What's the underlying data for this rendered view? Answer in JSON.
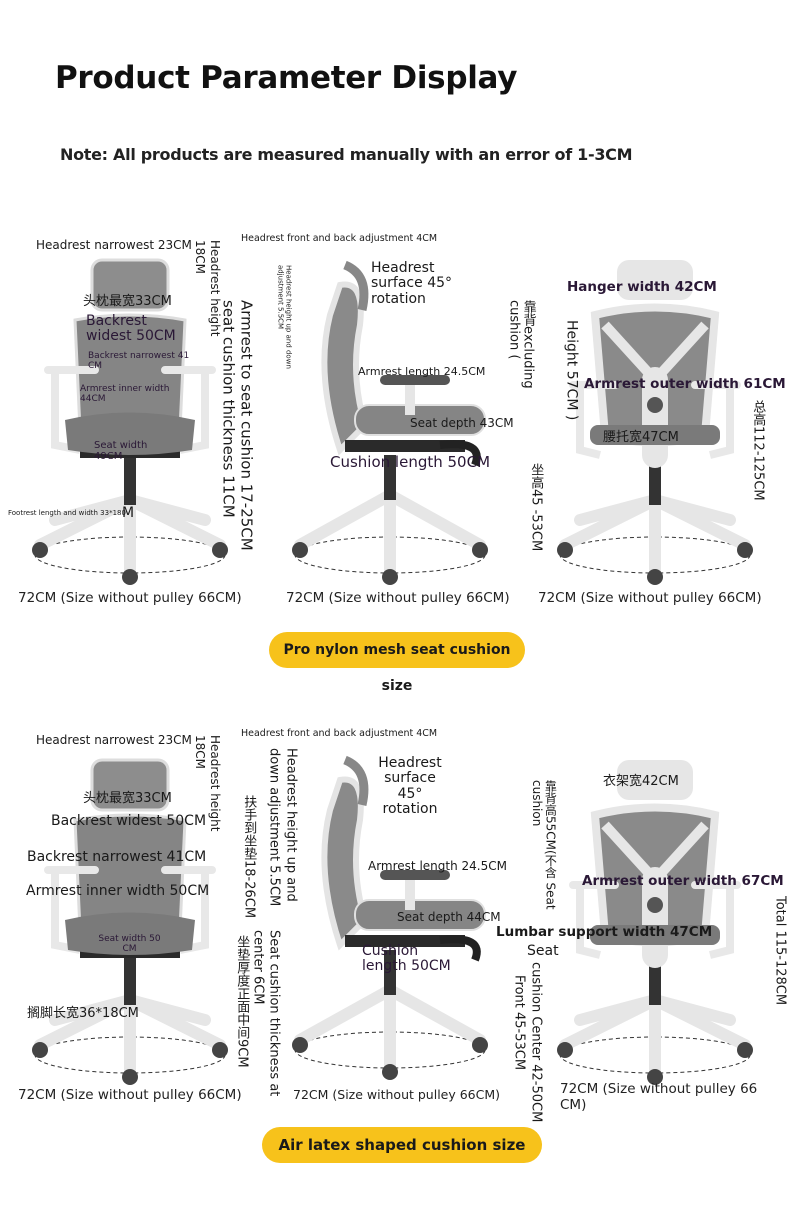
{
  "header": {
    "title": "Product Parameter Display",
    "note": "Note: All products are measured manually with an error of 1-3CM"
  },
  "section1": {
    "front": {
      "headrest_narrowest": "Headrest narrowest 23CM",
      "headrest_height_value": "18CM",
      "headrest_height_label": "Headrest height",
      "headrest_widest_cn": "头枕最宽33CM",
      "backrest_widest": "Backrest widest 50CM",
      "backrest_narrowest": "Backrest narrowest 41 CM",
      "armrest_inner": "Armrest inner width 44CM",
      "seat_width": "Seat width 49CM",
      "footrest": "Footrest length and width 33*180",
      "footrest_suffix": "M",
      "armrest_to_seat": "Armrest to seat cushion 17-25CM",
      "seat_thickness": "seat cushion thickness 11CM",
      "caption": "72CM (Size without pulley 66CM)"
    },
    "side": {
      "headrest_front_back": "Headrest front and back adjustment 4CM",
      "headrest_up_down": "Headrest height up and down adjustment 5.5CM",
      "headrest_rotation": "Headrest surface 45° rotation",
      "armrest_length": "Armrest length 24.5CM",
      "seat_depth": "Seat depth 43CM",
      "cushion_length": "Cushion length 50CM",
      "caption": "72CM (Size without pulley 66CM)"
    },
    "back": {
      "hanger_width": "Hanger width 42CM",
      "backrest_height_a": "靠背excluding cushion (",
      "backrest_height_b": "Height 57CM )",
      "armrest_outer": "Armrest outer width 61CM",
      "lumbar_cn": "腰托宽47CM",
      "seat_height": "坐高45 -53CM",
      "total_height": "总高112-125CM",
      "caption": "72CM (Size without pulley 66CM)"
    },
    "badge": "Pro nylon mesh seat cushion size"
  },
  "section2": {
    "front": {
      "headrest_narrowest": "Headrest narrowest 23CM",
      "headrest_height_value": "18CM",
      "headrest_height_label": "Headrest height",
      "headrest_widest_cn": "头枕最宽33CM",
      "backrest_widest": "Backrest widest 50CM",
      "backrest_narrowest": "Backrest narrowest 41CM",
      "armrest_inner": "Armrest inner width 50CM",
      "seat_width": "Seat width 50 CM",
      "footrest_cn": "搁脚长宽36*18CM",
      "armrest_to_seat_cn": "扶手到坐垫18-26CM",
      "seat_thickness_cn": "坐垫厚度正面中间9CM",
      "seat_thickness_a": "Seat cushion thickness at",
      "seat_thickness_b": "center 6CM",
      "caption": "72CM (Size without pulley 66CM)"
    },
    "side": {
      "headrest_front_back": "Headrest front and back adjustment 4CM",
      "headrest_up_down_a": "Headrest height up and",
      "headrest_up_down_b": "down adjustment 5.5CM",
      "headrest_rotation": "Headrest surface 45° rotation",
      "armrest_length": "Armrest length 24.5CM",
      "seat_depth": "Seat depth 44CM",
      "cushion_length": "Cushion length 50CM",
      "caption": "72CM (Size without pulley 66CM)"
    },
    "back": {
      "hanger_width_cn": "衣架宽42CM",
      "backrest_height": "靠背高55CM(不含 Seat cushion",
      "armrest_outer": "Armrest outer width 67CM",
      "lumbar": "Lumbar support width 47CM",
      "seat": "Seat",
      "seat_center": "cushion Center 42-50CM",
      "seat_front": "Front 45-53CM",
      "total_height": "Total 115-128CM",
      "caption": "72CM (Size without pulley 66 CM)"
    },
    "badge": "Air latex shaped cushion size"
  },
  "colors": {
    "badge": "#f7c21b",
    "mesh": "#8a8a8a",
    "frame": "#e9e9e9",
    "label_dark": "#2a1836"
  }
}
